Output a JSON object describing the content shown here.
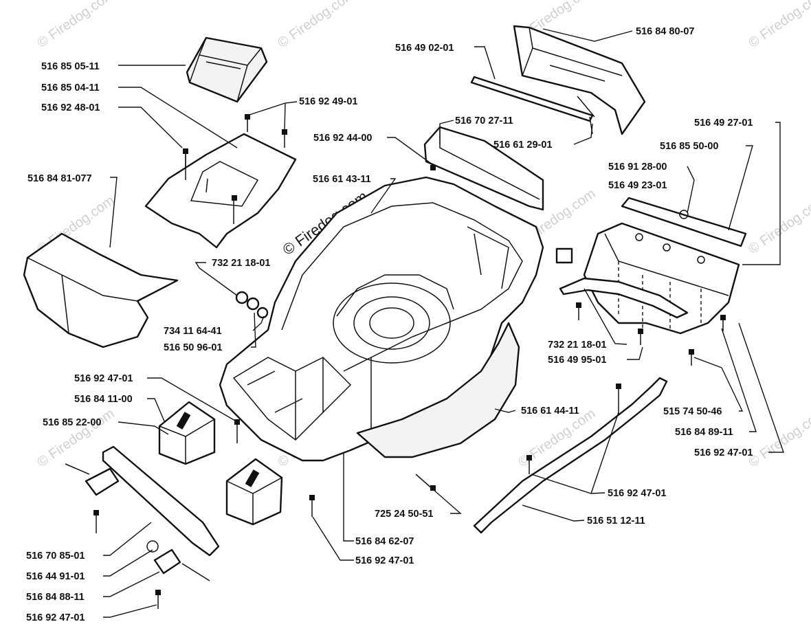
{
  "watermarks": {
    "main": "© Firedog.com",
    "small": "© Firedog.com"
  },
  "labels": [
    {
      "id": "516-85-05-11",
      "text": "516 85 05-11"
    },
    {
      "id": "516-85-04-11",
      "text": "516 85 04-11"
    },
    {
      "id": "516-92-48-01",
      "text": "516 92 48-01"
    },
    {
      "id": "516-92-49-01",
      "text": "516 92 49-01"
    },
    {
      "id": "516-84-81-077",
      "text": "516 84 81-077"
    },
    {
      "id": "516-49-02-01",
      "text": "516 49 02-01"
    },
    {
      "id": "516-84-80-07",
      "text": "516 84 80-07"
    },
    {
      "id": "516-70-27-11",
      "text": "516 70 27-11"
    },
    {
      "id": "516-92-44-00",
      "text": "516 92 44-00"
    },
    {
      "id": "516-61-29-01",
      "text": "516 61 29-01"
    },
    {
      "id": "516-49-27-01",
      "text": "516 49 27-01"
    },
    {
      "id": "516-85-50-00",
      "text": "516 85 50-00"
    },
    {
      "id": "516-91-28-00",
      "text": "516 91 28-00"
    },
    {
      "id": "516-49-23-01",
      "text": "516 49 23-01"
    },
    {
      "id": "516-61-43-11",
      "text": "516 61 43-11"
    },
    {
      "id": "732-21-18-01-a",
      "text": "732 21 18-01"
    },
    {
      "id": "734-11-64-41",
      "text": "734 11 64-41"
    },
    {
      "id": "516-50-96-01",
      "text": "516 50 96-01"
    },
    {
      "id": "732-21-18-01-b",
      "text": "732 21 18-01"
    },
    {
      "id": "516-49-95-01",
      "text": "516 49 95-01"
    },
    {
      "id": "516-92-47-01-a",
      "text": "516 92 47-01"
    },
    {
      "id": "516-84-11-00",
      "text": "516 84 11-00"
    },
    {
      "id": "516-85-22-00",
      "text": "516 85 22-00"
    },
    {
      "id": "516-61-44-11",
      "text": "516 61 44-11"
    },
    {
      "id": "515-74-50-46",
      "text": "515 74 50-46"
    },
    {
      "id": "516-84-89-11",
      "text": "516 84 89-11"
    },
    {
      "id": "516-92-47-01-b",
      "text": "516 92 47-01"
    },
    {
      "id": "516-92-47-01-c",
      "text": "516 92 47-01"
    },
    {
      "id": "516-51-12-11",
      "text": "516 51 12-11"
    },
    {
      "id": "725-24-50-51",
      "text": "725 24 50-51"
    },
    {
      "id": "516-84-62-07",
      "text": "516 84 62-07"
    },
    {
      "id": "516-92-47-01-d",
      "text": "516 92 47-01"
    },
    {
      "id": "516-70-85-01",
      "text": "516 70 85-01"
    },
    {
      "id": "516-44-91-01",
      "text": "516 44 91-01"
    },
    {
      "id": "516-84-88-11",
      "text": "516 84 88-11"
    },
    {
      "id": "516-92-47-01-e",
      "text": "516 92 47-01"
    }
  ]
}
